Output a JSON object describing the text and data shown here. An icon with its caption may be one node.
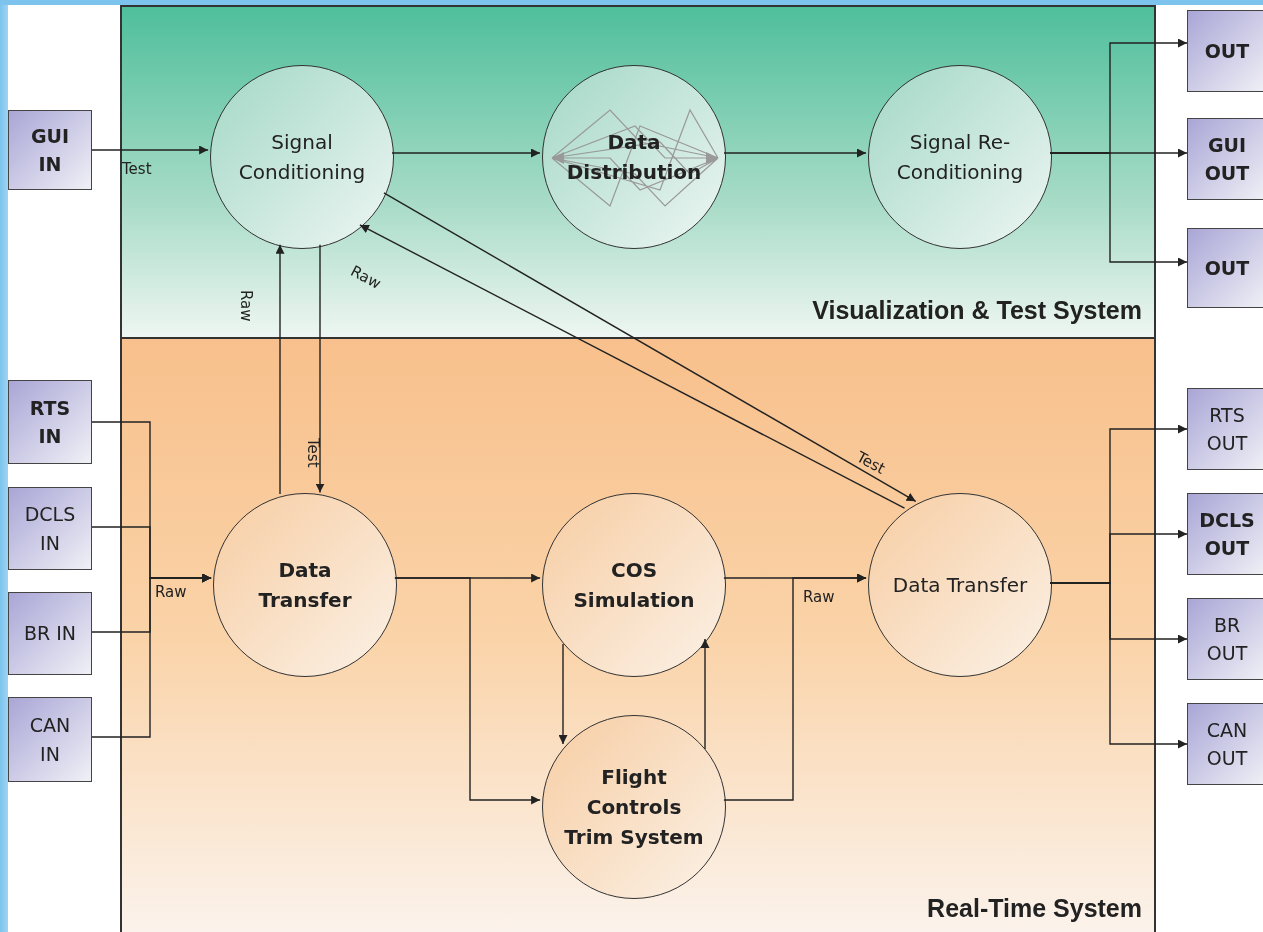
{
  "diagram": {
    "nodes": [
      {
        "text": [
          "Visualization & Test System"
        ]
      },
      {
        "text": [
          "Real-Time System"
        ]
      },
      {
        "text": [
          "GUI IN"
        ]
      },
      {
        "text": [
          "Signal Conditioning"
        ],
        "in": 0
      },
      {
        "text": [
          "Data Distribution"
        ],
        "in": 0
      },
      {
        "text": [
          "Signal Re-Conditioning"
        ],
        "in": 0
      },
      {
        "text": [
          "OUT"
        ]
      },
      {
        "text": [
          "GUI OUT"
        ]
      },
      {
        "text": [
          "OUT"
        ]
      },
      {
        "text": [
          "RTS IN"
        ]
      },
      {
        "text": [
          "DCLS IN"
        ]
      },
      {
        "text": [
          "BR IN"
        ]
      },
      {
        "text": [
          "CAN IN"
        ]
      },
      {
        "text": [
          "Data Transfer"
        ],
        "in": 1
      },
      {
        "text": [
          "COS Simulation"
        ],
        "in": 1
      },
      {
        "text": [
          "Flight Controls Trim System"
        ],
        "in": 1
      },
      {
        "text": [
          "Data Transfer"
        ],
        "in": 1
      },
      {
        "text": [
          "RTS OUT"
        ]
      },
      {
        "text": [
          "DCLS OUT"
        ]
      },
      {
        "text": [
          "BR OUT"
        ]
      },
      {
        "text": [
          "CAN OUT"
        ]
      }
    ],
    "edges": [
      {
        "from": 2,
        "to": 3,
        "arrow": "to",
        "label": "Test"
      },
      {
        "from": 3,
        "to": 4,
        "arrow": "to"
      },
      {
        "from": 4,
        "to": 5,
        "arrow": "to"
      },
      {
        "from": 5,
        "to": 6,
        "arrow": "to"
      },
      {
        "from": 5,
        "to": 7,
        "arrow": "to"
      },
      {
        "from": 5,
        "to": 8,
        "arrow": "to"
      },
      {
        "from": 9,
        "to": 13,
        "arrow": "to",
        "label": "Raw"
      },
      {
        "from": 10,
        "to": 13,
        "arrow": "to"
      },
      {
        "from": 11,
        "to": 13,
        "arrow": "to"
      },
      {
        "from": 12,
        "to": 13,
        "arrow": "to"
      },
      {
        "from": 13,
        "to": 3,
        "arrow": "to",
        "label": "Raw"
      },
      {
        "from": 3,
        "to": 13,
        "arrow": "to",
        "label": "Test"
      },
      {
        "from": 13,
        "to": 14,
        "arrow": "to"
      },
      {
        "from": 13,
        "to": 15,
        "arrow": "to"
      },
      {
        "from": 14,
        "to": 15,
        "arrow": "to"
      },
      {
        "from": 15,
        "to": 14,
        "arrow": "to"
      },
      {
        "from": 14,
        "to": 16,
        "arrow": "to",
        "label": "Raw"
      },
      {
        "from": 15,
        "to": 16,
        "arrow": "to"
      },
      {
        "from": 3,
        "to": 16,
        "arrow": "to",
        "label": "Test"
      },
      {
        "from": 16,
        "to": 3,
        "arrow": "to",
        "label": "Raw"
      },
      {
        "from": 16,
        "to": 17,
        "arrow": "to"
      },
      {
        "from": 16,
        "to": 18,
        "arrow": "to"
      },
      {
        "from": 16,
        "to": 19,
        "arrow": "to"
      },
      {
        "from": 16,
        "to": 20,
        "arrow": "to"
      }
    ]
  }
}
